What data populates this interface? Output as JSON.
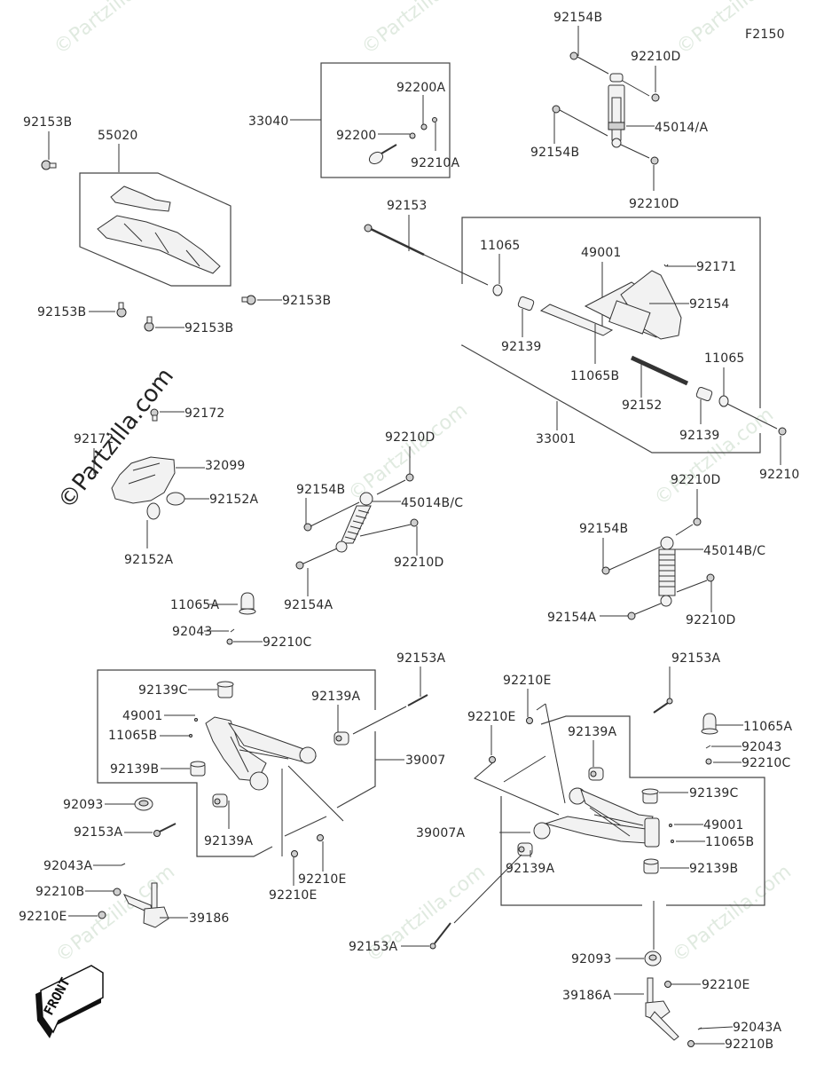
{
  "diagram": {
    "code": "F2150",
    "watermark": "©Partzilla.com",
    "front_label": "FRONT",
    "labels": {
      "l_92153B_a": "92153B",
      "l_55020": "55020",
      "l_33040": "33040",
      "l_92200A": "92200A",
      "l_92200": "92200",
      "l_92210A": "92210A",
      "l_92154B_top1": "92154B",
      "l_92210D_top1": "92210D",
      "l_45014A": "45014/A",
      "l_92154B_top2": "92154B",
      "l_92210D_top2": "92210D",
      "l_92153B_b": "92153B",
      "l_92153B_c": "92153B",
      "l_92153B_d": "92153B",
      "l_92153": "92153",
      "l_11065_a": "11065",
      "l_49001_a": "49001",
      "l_92171": "92171",
      "l_92154": "92154",
      "l_92139_a": "92139",
      "l_11065B_a": "11065B",
      "l_92152": "92152",
      "l_11065_b": "11065",
      "l_92139_b": "92139",
      "l_33001": "33001",
      "l_92210": "92210",
      "l_92172_a": "92172",
      "l_92172_b": "92172",
      "l_32099": "32099",
      "l_92152A_a": "92152A",
      "l_92152A_b": "92152A",
      "l_92210D_m1": "92210D",
      "l_92154B_m1": "92154B",
      "l_45014BC_m1": "45014B/C",
      "l_92210D_m2": "92210D",
      "l_92154A_m1": "92154A",
      "l_92210D_r1": "92210D",
      "l_92154B_r1": "92154B",
      "l_45014BC_r1": "45014B/C",
      "l_92154A_r1": "92154A",
      "l_92210D_r2": "92210D",
      "l_11065A_l": "11065A",
      "l_92043_l": "92043",
      "l_92210C_l": "92210C",
      "l_92153A_l1": "92153A",
      "l_92139C_l": "92139C",
      "l_92139A_l1": "92139A",
      "l_49001_l": "49001",
      "l_11065B_l": "11065B",
      "l_39007": "39007",
      "l_92139B_l": "92139B",
      "l_92093_l": "92093",
      "l_92139A_l2": "92139A",
      "l_92153A_l2": "92153A",
      "l_92043A_l": "92043A",
      "l_92210E_l1": "92210E",
      "l_92210E_l2": "92210E",
      "l_92210B_l": "92210B",
      "l_92210E_l3": "92210E",
      "l_39186": "39186",
      "l_92153A_r1": "92153A",
      "l_92210E_r1": "92210E",
      "l_92210E_r2": "92210E",
      "l_92139A_r1": "92139A",
      "l_11065A_r": "11065A",
      "l_92043_r": "92043",
      "l_92210C_r": "92210C",
      "l_92139C_r": "92139C",
      "l_49001_r": "49001",
      "l_11065B_r": "11065B",
      "l_39007A": "39007A",
      "l_92139B_r": "92139B",
      "l_92139A_r2": "92139A",
      "l_92153A_r2": "92153A",
      "l_92093_r": "92093",
      "l_39186A": "39186A",
      "l_92210E_r3": "92210E",
      "l_92043A_r": "92043A",
      "l_92210B_r": "92210B"
    }
  }
}
